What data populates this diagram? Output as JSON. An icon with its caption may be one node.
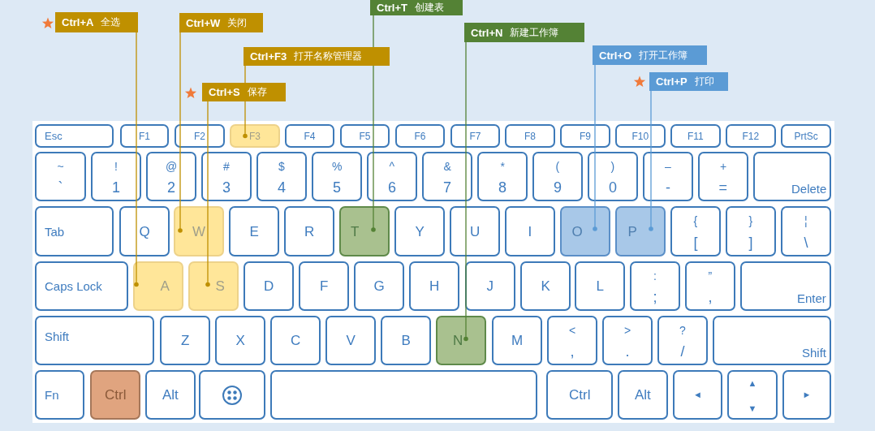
{
  "diagram": {
    "nodes": [
      {
        "text": [
          "Ctrl+A",
          "全选"
        ]
      },
      {
        "text": [
          "Ctrl+W",
          "关闭"
        ]
      },
      {
        "text": [
          "Ctrl+F3",
          "打开名称管理器"
        ]
      },
      {
        "text": [
          "Ctrl+S",
          "保存"
        ]
      },
      {
        "text": [
          "Ctrl+T",
          "创建表"
        ]
      },
      {
        "text": [
          "Ctrl+N",
          "新建工作簿"
        ]
      },
      {
        "text": [
          "Ctrl+O",
          "打开工作簿"
        ]
      },
      {
        "text": [
          "Ctrl+P",
          "打印"
        ]
      },
      {
        "text": [
          "Esc"
        ]
      },
      {
        "text": [
          "F1"
        ]
      },
      {
        "text": [
          "F2"
        ]
      },
      {
        "text": [
          "F3"
        ]
      },
      {
        "text": [
          "F4"
        ]
      },
      {
        "text": [
          "F5"
        ]
      },
      {
        "text": [
          "F6"
        ]
      },
      {
        "text": [
          "F7"
        ]
      },
      {
        "text": [
          "F8"
        ]
      },
      {
        "text": [
          "F9"
        ]
      },
      {
        "text": [
          "F10"
        ]
      },
      {
        "text": [
          "F11"
        ]
      },
      {
        "text": [
          "F12"
        ]
      },
      {
        "text": [
          "PrtSc"
        ]
      },
      {
        "text": [
          "~",
          "`"
        ]
      },
      {
        "text": [
          "!",
          "1"
        ]
      },
      {
        "text": [
          "@",
          "2"
        ]
      },
      {
        "text": [
          "#",
          "3"
        ]
      },
      {
        "text": [
          "$",
          "4"
        ]
      },
      {
        "text": [
          "%",
          "5"
        ]
      },
      {
        "text": [
          "^",
          "6"
        ]
      },
      {
        "text": [
          "&",
          "7"
        ]
      },
      {
        "text": [
          "*",
          "8"
        ]
      },
      {
        "text": [
          "(",
          "9"
        ]
      },
      {
        "text": [
          ")",
          "0"
        ]
      },
      {
        "text": [
          "–",
          "-"
        ]
      },
      {
        "text": [
          "+",
          "="
        ]
      },
      {
        "text": [
          "Delete"
        ]
      },
      {
        "text": [
          "Tab"
        ]
      },
      {
        "text": [
          "Q"
        ]
      },
      {
        "text": [
          "W"
        ]
      },
      {
        "text": [
          "E"
        ]
      },
      {
        "text": [
          "R"
        ]
      },
      {
        "text": [
          "T"
        ]
      },
      {
        "text": [
          "Y"
        ]
      },
      {
        "text": [
          "U"
        ]
      },
      {
        "text": [
          "I"
        ]
      },
      {
        "text": [
          "O"
        ]
      },
      {
        "text": [
          "P"
        ]
      },
      {
        "text": [
          "{",
          "["
        ]
      },
      {
        "text": [
          "}",
          "]"
        ]
      },
      {
        "text": [
          "¦",
          "\\"
        ]
      },
      {
        "text": [
          "Caps Lock"
        ]
      },
      {
        "text": [
          "A"
        ]
      },
      {
        "text": [
          "S"
        ]
      },
      {
        "text": [
          "D"
        ]
      },
      {
        "text": [
          "F"
        ]
      },
      {
        "text": [
          "G"
        ]
      },
      {
        "text": [
          "H"
        ]
      },
      {
        "text": [
          "J"
        ]
      },
      {
        "text": [
          "K"
        ]
      },
      {
        "text": [
          "L"
        ]
      },
      {
        "text": [
          ":",
          ";"
        ]
      },
      {
        "text": [
          "”",
          ","
        ]
      },
      {
        "text": [
          "Enter"
        ]
      },
      {
        "text": [
          "Shift"
        ]
      },
      {
        "text": [
          "Z"
        ]
      },
      {
        "text": [
          "X"
        ]
      },
      {
        "text": [
          "C"
        ]
      },
      {
        "text": [
          "V"
        ]
      },
      {
        "text": [
          "B"
        ]
      },
      {
        "text": [
          "N"
        ]
      },
      {
        "text": [
          "M"
        ]
      },
      {
        "text": [
          "<",
          ","
        ]
      },
      {
        "text": [
          ">",
          "."
        ]
      },
      {
        "text": [
          "?",
          "/"
        ]
      },
      {
        "text": [
          "Shift"
        ]
      },
      {
        "text": [
          "Fn"
        ]
      },
      {
        "text": [
          "Ctrl"
        ]
      },
      {
        "text": [
          "Alt"
        ]
      },
      {
        "text": [],
        "shape": "box"
      },
      {
        "text": [],
        "shape": "box"
      },
      {
        "text": [
          "Ctrl"
        ]
      },
      {
        "text": [
          "Alt"
        ]
      },
      {
        "text": [
          "◄"
        ]
      },
      {
        "text": [
          "▲",
          "▼"
        ]
      },
      {
        "text": [
          "►"
        ]
      }
    ],
    "edges": [
      {
        "from": 0,
        "to": 51,
        "arrow": "other"
      },
      {
        "from": 1,
        "to": 38,
        "arrow": "other"
      },
      {
        "from": 2,
        "to": 11,
        "arrow": "other"
      },
      {
        "from": 3,
        "to": 52,
        "arrow": "other"
      },
      {
        "from": 4,
        "to": 41,
        "arrow": "other",
        "color": "#548235"
      },
      {
        "from": 5,
        "to": 69,
        "arrow": "other",
        "color": "#548235"
      },
      {
        "from": 6,
        "to": 45,
        "arrow": "other",
        "color": "#5b9bd5"
      },
      {
        "from": 7,
        "to": 46,
        "arrow": "other",
        "color": "#5b9bd5"
      }
    ]
  }
}
